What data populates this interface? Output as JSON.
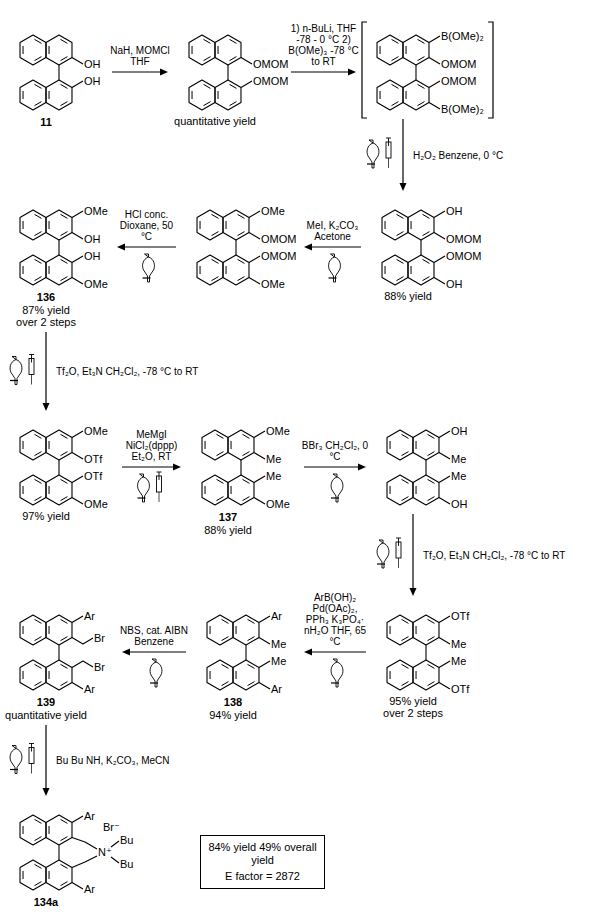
{
  "diagram": {
    "nodes": [
      {
        "text": [
          "OH",
          "OH",
          "11"
        ]
      },
      {
        "text": [
          "OMOM",
          "OMOM",
          "quantitative yield"
        ]
      },
      {
        "text": [
          "B(OMe)₂",
          "OMOM",
          "OMOM",
          "B(OMe)₂"
        ]
      },
      {
        "text": [
          "OH",
          "OMOM",
          "OMOM",
          "OH",
          "88% yield"
        ]
      },
      {
        "text": [
          "OMe",
          "OMOM",
          "OMOM",
          "OMe"
        ]
      },
      {
        "text": [
          "OMe",
          "OH",
          "OH",
          "OMe",
          "136",
          "87% yield over 2 steps"
        ]
      },
      {
        "text": [
          "OMe",
          "OTf",
          "OTf",
          "OMe",
          "97% yield"
        ]
      },
      {
        "text": [
          "OMe",
          "Me",
          "Me",
          "OMe",
          "137",
          "88% yield"
        ]
      },
      {
        "text": [
          "OH",
          "Me",
          "Me",
          "OH"
        ]
      },
      {
        "text": [
          "OTf",
          "Me",
          "Me",
          "OTf",
          "95% yield over 2 steps"
        ]
      },
      {
        "text": [
          "Ar",
          "Me",
          "Me",
          "Ar",
          "138",
          "94% yield"
        ]
      },
      {
        "text": [
          "Ar",
          "Br",
          "Br",
          "Ar",
          "139",
          "quantitative yield"
        ]
      },
      {
        "text": [
          "Ar",
          "Br⁻",
          "Bu",
          "N⁺",
          "Bu",
          "Ar",
          "134a"
        ]
      },
      {
        "text": [
          "84% yield 49% overall yield",
          "E factor = 2872"
        ]
      }
    ],
    "edges": [
      {
        "from": 0,
        "to": 1,
        "arrow": "to",
        "label": "NaH, MOMCl THF"
      },
      {
        "from": 1,
        "to": 2,
        "arrow": "to",
        "label": "1) n-BuLi, THF -78 - 0 °C 2) B(OMe)₃ -78 °C to RT"
      },
      {
        "from": 2,
        "to": 3,
        "arrow": "to",
        "label": "H₂O₂ Benzene, 0 °C"
      },
      {
        "from": 3,
        "to": 4,
        "arrow": "to",
        "label": "MeI, K₂CO₃ Acetone"
      },
      {
        "from": 4,
        "to": 5,
        "arrow": "to",
        "label": "HCl conc. Dioxane, 50 °C"
      },
      {
        "from": 5,
        "to": 6,
        "arrow": "to",
        "label": "Tf₂O, Et₃N CH₂Cl₂, -78 °C to RT"
      },
      {
        "from": 6,
        "to": 7,
        "arrow": "to",
        "label": "MeMgI NiCl₂(dppp) Et₂O, RT"
      },
      {
        "from": 7,
        "to": 8,
        "arrow": "to",
        "label": "BBr₃ CH₂Cl₂, 0 °C"
      },
      {
        "from": 8,
        "to": 9,
        "arrow": "to",
        "label": "Tf₂O, Et₃N CH₂Cl₂, -78 °C to RT"
      },
      {
        "from": 9,
        "to": 10,
        "arrow": "to",
        "label": "ArB(OH)₂ Pd(OAc)₂, PPh₃ K₃PO₄· nH₂O THF, 65 °C"
      },
      {
        "from": 10,
        "to": 11,
        "arrow": "to",
        "label": "NBS, cat. AIBN Benzene"
      },
      {
        "from": 11,
        "to": 12,
        "arrow": "to",
        "label": "Bu Bu NH, K₂CO₃, MeCN"
      }
    ]
  }
}
